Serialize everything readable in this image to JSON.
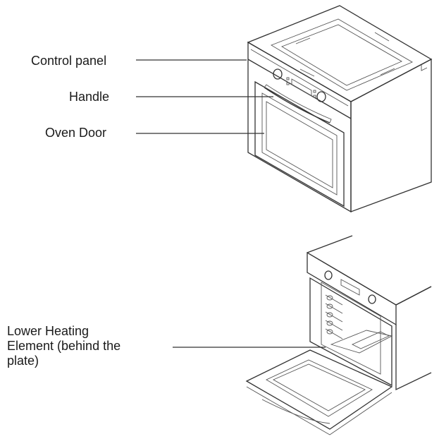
{
  "labels": {
    "control_panel": "Control panel",
    "handle": "Handle",
    "oven_door": "Oven Door",
    "lower_heating_element": "Lower Heating\nElement (behind the\nplate)"
  }
}
